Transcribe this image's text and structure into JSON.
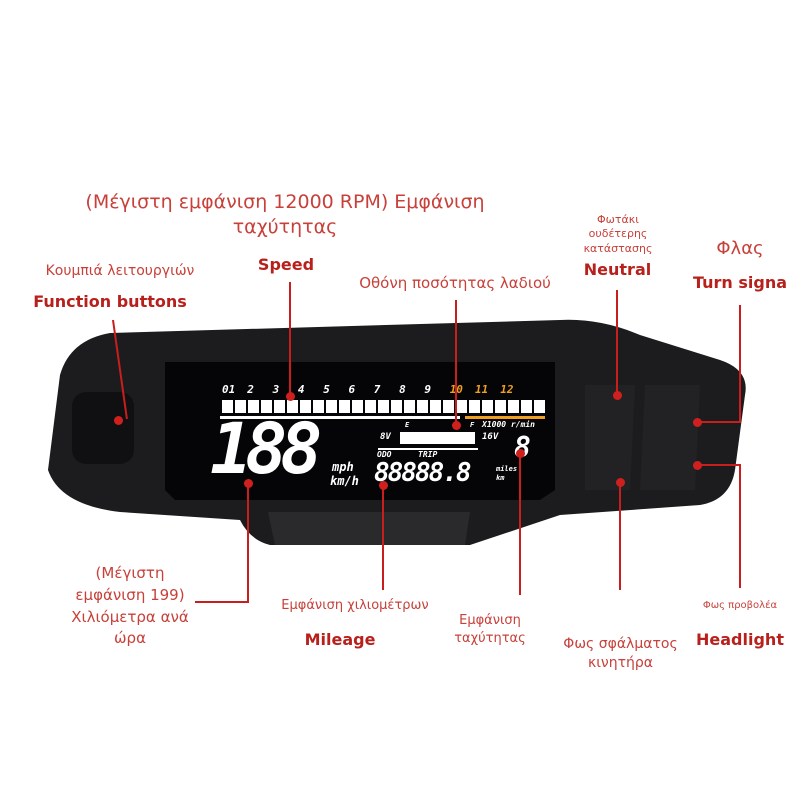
{
  "labels": {
    "title": "(Μέγιστη εμφάνιση 12000 RPM) Εμφάνιση ταχύτητας",
    "speed": "Speed",
    "function_gr": "Κουμπιά λειτουργιών",
    "function_en": "Function buttons",
    "oil": "Οθόνη ποσότητας λαδιού",
    "neutral_gr": "Φωτάκι ουδέτερης κατάστασης",
    "neutral_en": "Neutral",
    "turn_gr": "Φλας",
    "turn_en": "Turn signa",
    "max_speed_gr": "(Μέγιστη εμφάνιση 199) Χιλιόμετρα ανά ώρα",
    "mileage_gr": "Εμφάνιση χιλιομέτρων",
    "mileage_en": "Mileage",
    "gear_gr": "Εμφάνιση ταχύτητας",
    "engine_gr": "Φως σφάλματος κινητήρα",
    "headlight_gr": "Φως προβολέα",
    "headlight_en": "Headlight"
  },
  "lcd": {
    "rpm_ticks": [
      "01",
      "2",
      "3",
      "4",
      "5",
      "6",
      "7",
      "8",
      "9",
      "10",
      "11",
      "12"
    ],
    "rpm_unit": "X1000 r/min",
    "speed": "188",
    "speed_units": [
      "mph",
      "km/h"
    ],
    "volt_low": "8V",
    "volt_high": "16V",
    "fuel_e": "E",
    "fuel_f": "F",
    "odo": "ODO",
    "trip": "TRIP",
    "odometer": "88888.8",
    "dist_units": [
      "miles",
      "km"
    ],
    "gear": "8"
  },
  "colors": {
    "accent": "#c81e1e",
    "redline": "#f0a020",
    "body": "#1a1a1c"
  }
}
